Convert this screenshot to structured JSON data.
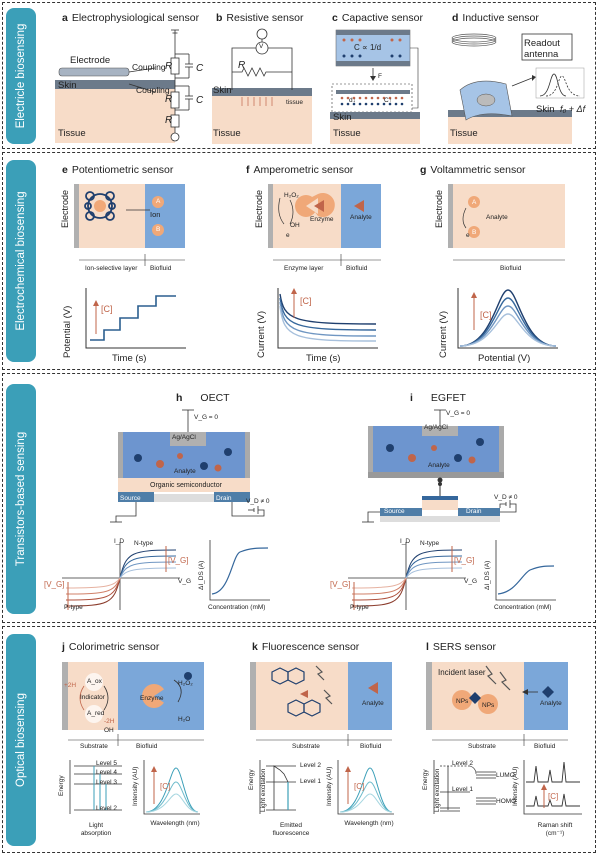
{
  "sections": [
    {
      "title": "Electricle biosensing"
    },
    {
      "title": "Electrochemical biosensing"
    },
    {
      "title": "Transistors-based sensing"
    },
    {
      "title": "Optical biosensing"
    }
  ],
  "panels": {
    "a": {
      "letter": "a",
      "title": "Electrophysiological sensor",
      "electrode": "Electrode",
      "coupling1": "Coupling",
      "coupling2": "Coupling",
      "skin": "Skin",
      "tissue": "Tissue",
      "r": "R",
      "c": "C"
    },
    "b": {
      "letter": "b",
      "title": "Resistive sensor",
      "r": "R",
      "skin": "Skin",
      "tissue": "Tissue",
      "tissue_small": "tissue",
      "v": "V"
    },
    "c": {
      "letter": "c",
      "title": "Capactive sensor",
      "formula": "C ∝ 1/d",
      "f": "F",
      "d": "d↓",
      "c": "C↑",
      "skin": "Skin",
      "tissue": "Tissue"
    },
    "d": {
      "letter": "d",
      "title": "Inductive sensor",
      "readout": "Readout antenna",
      "skin": "Skin",
      "tissue": "Tissue",
      "freq": "f₀ + Δf"
    },
    "e": {
      "letter": "e",
      "title": "Potentiometric sensor",
      "electrode": "Electrode",
      "ion": "Ion",
      "layer": "Ion-selective layer",
      "biofluid": "Biofluid",
      "ylabel": "Potential (V)",
      "xlabel": "Time (s)",
      "conc": "[C]",
      "a": "A",
      "b": "B"
    },
    "f": {
      "letter": "f",
      "title": "Amperometric sensor",
      "electrode": "Electrode",
      "h2o2": "H₂O₂",
      "oh": "OH",
      "e": "e",
      "enzyme": "Enzyme",
      "analyte": "Analyte",
      "layer": "Enzyme layer",
      "biofluid": "Biofluid",
      "ylabel": "Current (V)",
      "xlabel": "Time (s)",
      "conc": "[C]"
    },
    "g": {
      "letter": "g",
      "title": "Voltammetric sensor",
      "electrode": "Electrode",
      "analyte": "Analyte",
      "e": "e",
      "biofluid": "Biofluid",
      "ylabel": "Current (V)",
      "xlabel": "Potential (V)",
      "conc": "[C]",
      "a": "A",
      "b": "B"
    },
    "h": {
      "letter": "h",
      "title": "OECT",
      "vg": "V_G = 0",
      "ref": "Ag/AgCl",
      "analyte": "Analyte",
      "semi": "Organic semiconductor",
      "source": "Source",
      "drain": "Drain",
      "vd": "V_D ≠ 0",
      "id": "I_D",
      "vgax": "V_G",
      "ntype": "N-type",
      "ptype": "P-type",
      "vgl1": "[V_G]",
      "vgl2": "[V_G]",
      "dids": "ΔI_DS (A)",
      "conc": "Concentration (mM)"
    },
    "i": {
      "letter": "i",
      "title": "EGFET",
      "vg": "V_G = 0",
      "ref": "Ag/AgCl",
      "analyte": "Analyte",
      "source": "Source",
      "drain": "Drain",
      "vd": "V_D ≠ 0",
      "id": "I_D",
      "vgax": "V_G",
      "ntype": "N-type",
      "ptype": "P-type",
      "vgl1": "[V_G]",
      "vgl2": "[V_G]",
      "dids": "ΔI_DS (A)",
      "conc": "Concentration (mM)"
    },
    "j": {
      "letter": "j",
      "title": "Colorimetric sensor",
      "h2": "+2H",
      "aox": "A_ox",
      "indicator": "Indicator",
      "ared": "A_red",
      "m2h": "-2H",
      "oh": "OH",
      "enzyme": "Enzyme",
      "h2o2": "H₂O₂",
      "h2o": "H₂O",
      "substrate": "Substrate",
      "biofluid": "Biofluid",
      "energy": "Energy",
      "l5": "Level 5",
      "l4": "Level 4",
      "l3": "Level 3",
      "l2": "Level 2",
      "absorb": "Light absorption",
      "ylabel": "Intensity (AU)",
      "xlabel": "Wavelength (nm)",
      "conc": "[C]"
    },
    "k": {
      "letter": "k",
      "title": "Fluorescence sensor",
      "analyte": "Analyte",
      "substrate": "Substrate",
      "biofluid": "Biofluid",
      "energy": "Energy",
      "excite": "Light excitation",
      "l2": "Level 2",
      "l1": "Level 1",
      "emitted": "Emitted fluorescence",
      "ylabel": "Intensity (AU)",
      "xlabel": "Wavelength (nm)",
      "conc": "[C]"
    },
    "l": {
      "letter": "l",
      "title": "SERS sensor",
      "laser": "Incident laser",
      "nps1": "NPs",
      "nps2": "NPs",
      "analyte": "Analyte",
      "substrate": "Substrate",
      "biofluid": "Biofluid",
      "energy": "Energy",
      "excite": "Light excitation",
      "l2": "Level 2",
      "l1": "Level 1",
      "lumo": "LUMO",
      "homo": "HOMO",
      "ylabel": "Intensity (AU)",
      "xlabel": "Raman shift (cm⁻¹)",
      "conc": "[C]"
    }
  },
  "colors": {
    "tab": "#3b9fb8",
    "skin": "#f7dcc8",
    "fluid": "#7ba7d9",
    "accent": "#c0654a",
    "navy": "#1f3f6e"
  }
}
